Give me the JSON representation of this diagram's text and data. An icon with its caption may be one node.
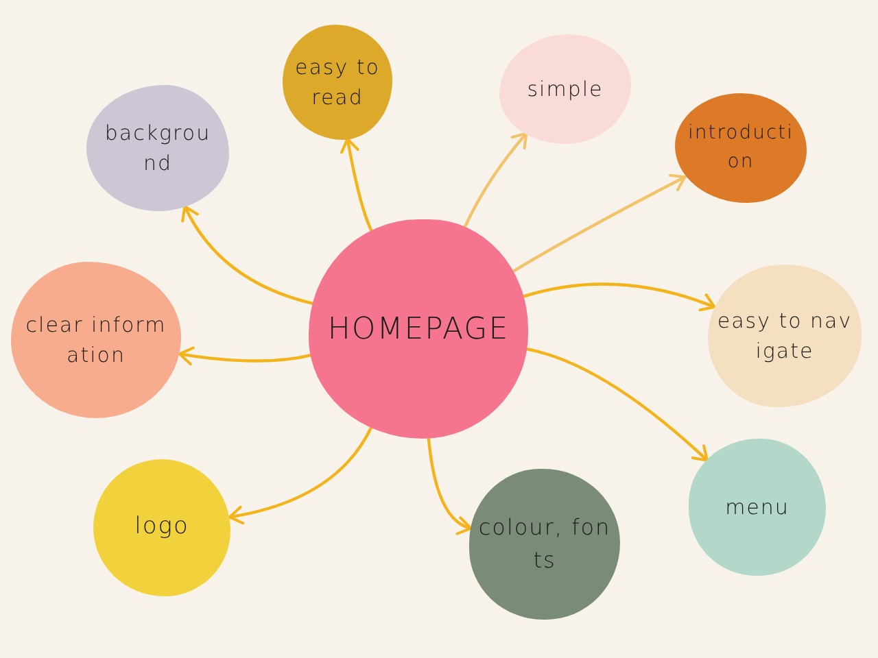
{
  "diagram": {
    "nodes": [
      {
        "text": [
          "HOMEPAGE"
        ]
      },
      {
        "text": [
          "background"
        ]
      },
      {
        "text": [
          "easy to read"
        ]
      },
      {
        "text": [
          "simple"
        ]
      },
      {
        "text": [
          "introduction"
        ]
      },
      {
        "text": [
          "clear information"
        ]
      },
      {
        "text": [
          "easy to navigate"
        ]
      },
      {
        "text": [
          "logo"
        ]
      },
      {
        "text": [
          "menu"
        ]
      },
      {
        "text": [
          "colour, fonts"
        ]
      }
    ],
    "edges": [
      {
        "from": 0,
        "to": 1,
        "arrow": "to"
      },
      {
        "from": 0,
        "to": 2,
        "arrow": "to"
      },
      {
        "from": 0,
        "to": 3,
        "arrow": "to",
        "color": "#f3c36b"
      },
      {
        "from": 0,
        "to": 4,
        "arrow": "to",
        "color": "#f3c36b"
      },
      {
        "from": 0,
        "to": 5,
        "arrow": "to"
      },
      {
        "from": 0,
        "to": 6,
        "arrow": "to"
      },
      {
        "from": 0,
        "to": 7,
        "arrow": "to"
      },
      {
        "from": 0,
        "to": 8,
        "arrow": "to"
      },
      {
        "from": 0,
        "to": 9,
        "arrow": "to"
      }
    ]
  }
}
